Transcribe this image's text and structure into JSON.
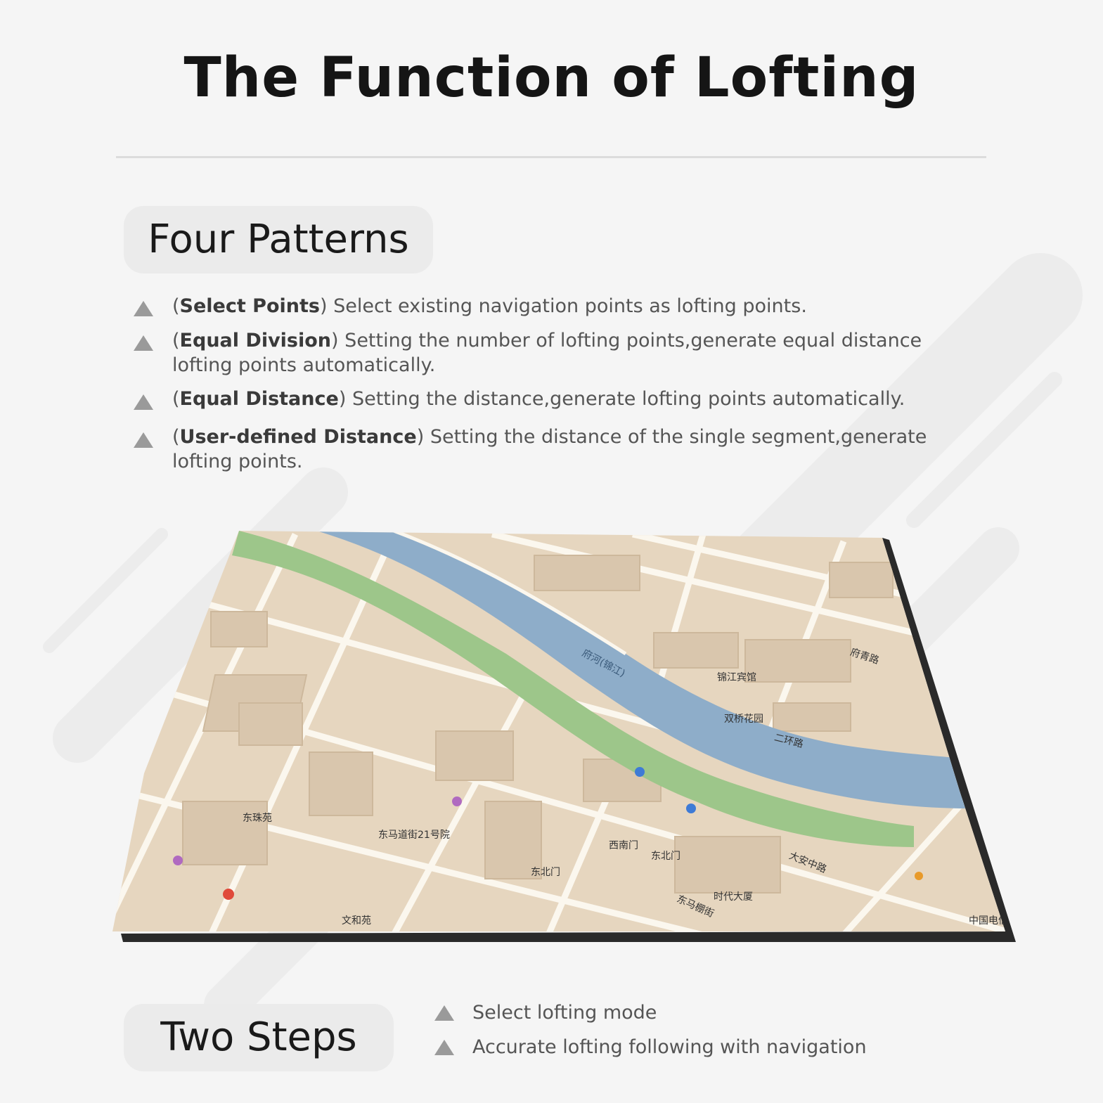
{
  "header": {
    "title": "The Function of Lofting"
  },
  "patterns": {
    "heading": "Four Patterns",
    "items": [
      {
        "term": "Select Points",
        "desc": " Select existing navigation points as lofting points."
      },
      {
        "term": "Equal Division",
        "desc": " Setting the number of lofting points,generate equal distance lofting points automatically."
      },
      {
        "term": "Equal Distance",
        "desc": " Setting the distance,generate lofting points automatically."
      },
      {
        "term": "User-defined Distance",
        "desc": " Setting the distance of the single segment,generate lofting points."
      }
    ]
  },
  "map": {
    "river_name": "府河(锦江)",
    "labels": [
      "东马道街21号院",
      "时代大厦",
      "文和苑",
      "东北门",
      "西南门",
      "东北门",
      "二环路",
      "大安中路",
      "东马棚街",
      "双桥花园",
      "中国电信",
      "府青路",
      "锦江宾馆",
      "东珠苑"
    ]
  },
  "steps": {
    "heading": "Two Steps",
    "items": [
      "Select lofting mode",
      "Accurate lofting following with navigation"
    ]
  },
  "colors": {
    "river": "#8eadc9",
    "park": "#9dc68a",
    "land": "#e6d6bf",
    "road": "#fbf7ee",
    "frame": "#2a2a2a"
  }
}
